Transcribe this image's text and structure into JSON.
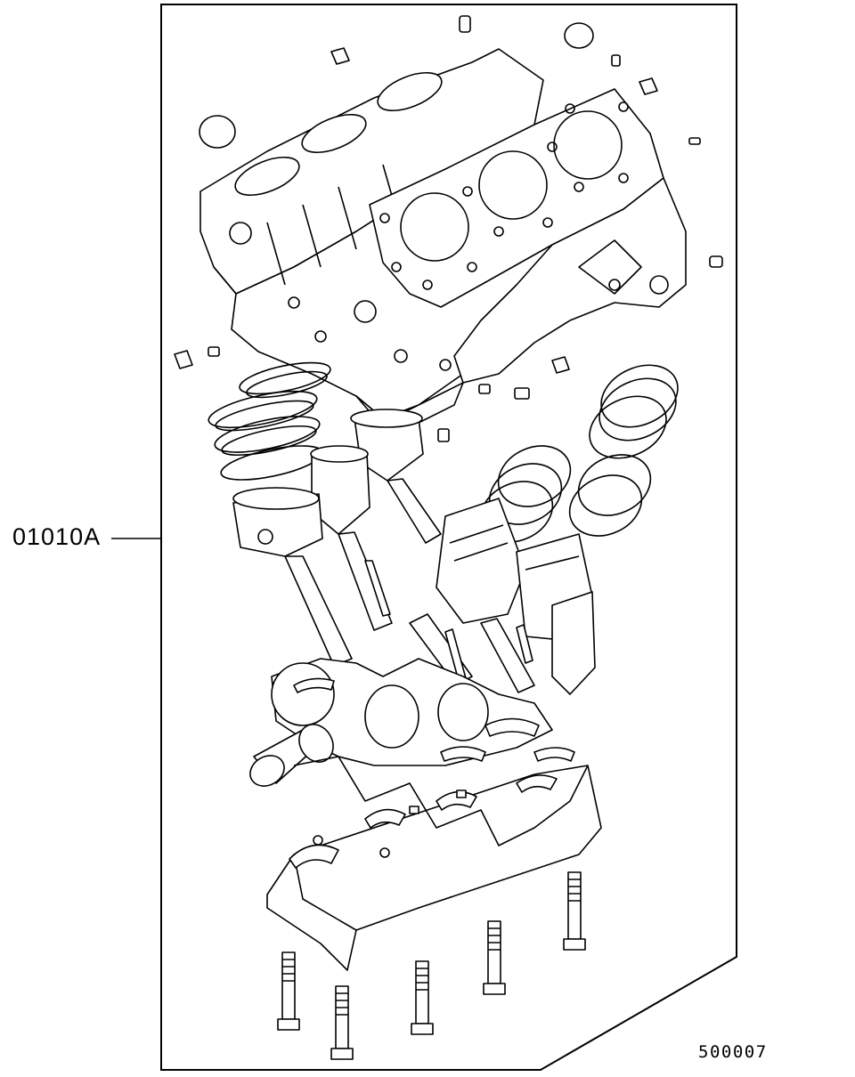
{
  "callout": {
    "part_number": "01010A"
  },
  "figure": {
    "code": "500007"
  },
  "colors": {
    "line": "#000000",
    "background": "#ffffff"
  },
  "components": {
    "block": "cylinder-block",
    "gasket_bores": 3,
    "left_ring_sets": 3,
    "right_ring_sets": 3,
    "bearing_cap_bolts": 5
  }
}
